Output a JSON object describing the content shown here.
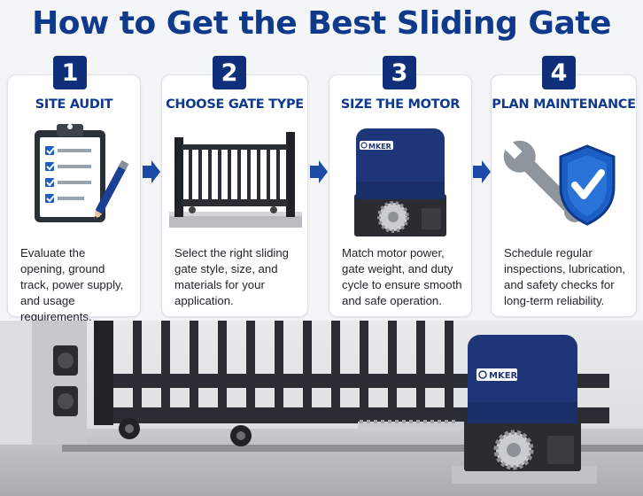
{
  "title": "How to Get the Best Sliding Gate",
  "steps": [
    {
      "number": "1",
      "heading": "SITE AUDIT",
      "description": "Evaluate the opening, ground track, power supply, and usage requirements."
    },
    {
      "number": "2",
      "heading": "CHOOSE GATE TYPE",
      "description": "Select the right sliding gate style, size, and materials for your application."
    },
    {
      "number": "3",
      "heading": "SIZE THE MOTOR",
      "description": "Match motor power, gate weight, and duty cycle to ensure smooth and safe operation."
    },
    {
      "number": "4",
      "heading": "PLAN MAINTENANCE",
      "description": "Schedule regular inspections, lubrication, and safety checks for long-term reliability."
    }
  ],
  "motor_brand": "MKER",
  "colors": {
    "primary": "#0f3a8c",
    "badge": "#0f2f7a",
    "motor_blue": "#1e3678",
    "arrow": "#1a4aa6",
    "check": "#1b5fc4"
  }
}
